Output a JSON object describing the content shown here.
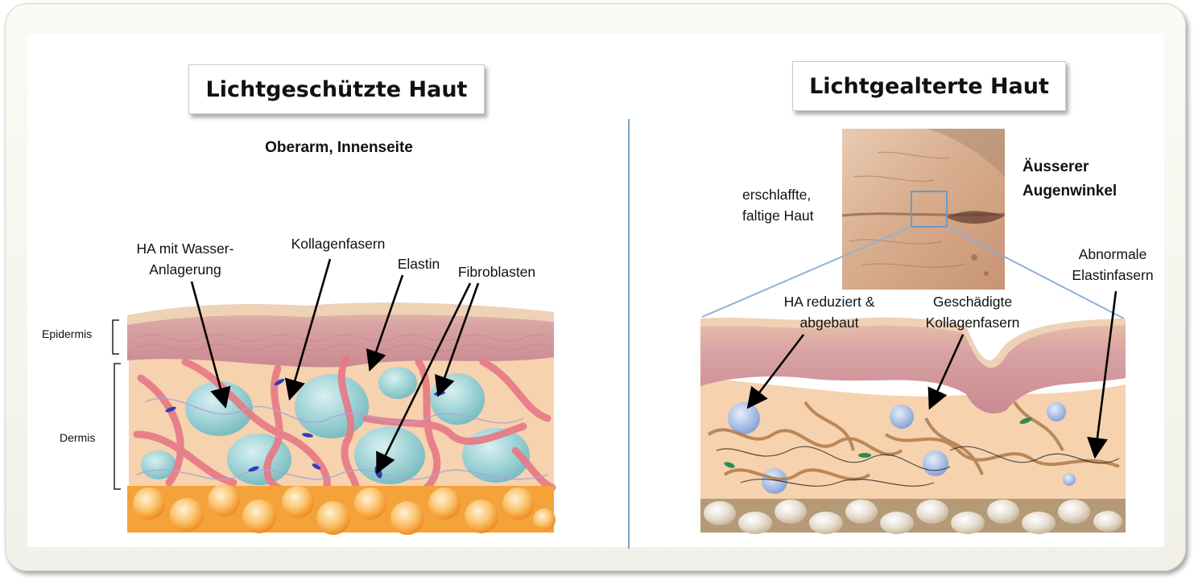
{
  "left_panel": {
    "title": "Lichtgeschützte Haut",
    "subtitle": "Oberarm, Innenseite",
    "layer_labels": {
      "epidermis": "Epidermis",
      "dermis": "Dermis"
    },
    "callouts": {
      "ha": "HA  mit Wasser-",
      "ha_line2": "Anlagerung",
      "collagen": "Kollagenfasern",
      "elastin": "Elastin",
      "fibroblasts": "Fibroblasten"
    }
  },
  "right_panel": {
    "title": "Lichtgealterte Haut",
    "photo_caption_line1": "Äusserer",
    "photo_caption_line2": "Augenwinkel",
    "skin_label_line1": "erschlaffte,",
    "skin_label_line2": "faltige Haut",
    "callouts": {
      "ha_line1": "HA reduziert &",
      "ha_line2": "abgebaut",
      "collagen_line1": "Geschädigte",
      "collagen_line2": "Kollagenfasern",
      "elastin_line1": "Abnormale",
      "elastin_line2": "Elastinfasern"
    }
  },
  "colors": {
    "epidermis": "#d9a3a3",
    "dermis": "#f6d2ae",
    "ha_sphere": "#9fd3d6",
    "collagen_healthy": "#e67a86",
    "fat": "#f4a23a",
    "fat_aged": "#b59a78",
    "divider": "#7fa3c6"
  }
}
